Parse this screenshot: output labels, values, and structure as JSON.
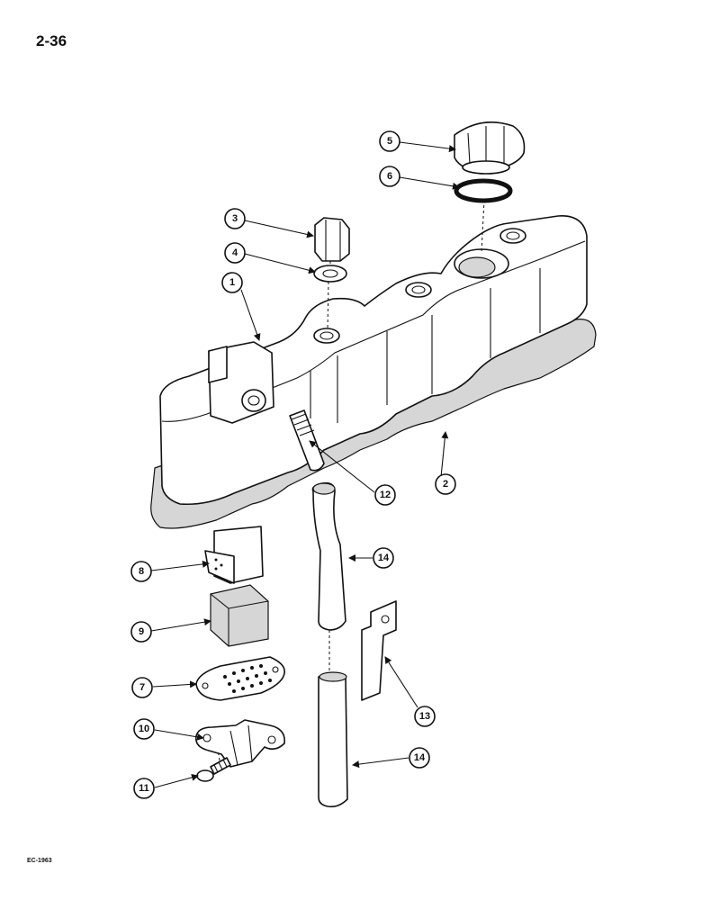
{
  "page": {
    "number": "2-36",
    "drawing_code": "EC-1963"
  },
  "callouts": [
    "1",
    "2",
    "3",
    "4",
    "5",
    "6",
    "7",
    "8",
    "9",
    "10",
    "11",
    "12",
    "13",
    "14",
    "14"
  ]
}
